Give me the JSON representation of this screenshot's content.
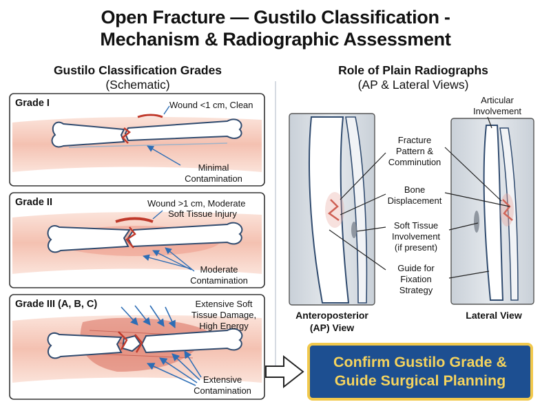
{
  "title": {
    "line1": "Open Fracture — Gustilo Classification -",
    "line2": "Mechanism & Radiographic Assessment"
  },
  "left_panel": {
    "heading": "Gustilo Classification Grades",
    "subheading": "(Schematic)",
    "grades": [
      {
        "name": "Grade I",
        "wound_label": "Wound <1 cm, Clean",
        "contamination_line1": "Minimal",
        "contamination_line2": "Contamination"
      },
      {
        "name": "Grade II",
        "wound_label_line1": "Wound >1 cm, Moderate",
        "wound_label_line2": "Soft Tissue Injury",
        "contamination_line1": "Moderate",
        "contamination_line2": "Contamination"
      },
      {
        "name": "Grade III (A, B, C)",
        "wound_label_line1": "Extensive Soft",
        "wound_label_line2": "Tissue Damage,",
        "wound_label_line3": "High Energy",
        "contamination_line1": "Extensive",
        "contamination_line2": "Contamination"
      }
    ]
  },
  "right_panel": {
    "heading": "Role of Plain Radiographs",
    "subheading": "(AP & Lateral Views)",
    "articular_line1": "Articular",
    "articular_line2": "Involvement",
    "callouts": {
      "fracture_line1": "Fracture",
      "fracture_line2": "Pattern &",
      "fracture_line3": "Comminution",
      "displacement_line1": "Bone",
      "displacement_line2": "Displacement",
      "soft_tissue_line1": "Soft Tissue",
      "soft_tissue_line2": "Involvement",
      "soft_tissue_line3": "(if present)",
      "fixation_line1": "Guide for",
      "fixation_line2": "Fixation",
      "fixation_line3": "Strategy"
    },
    "ap_view_line1": "Anteroposterior",
    "ap_view_line2": "(AP) View",
    "lateral_view": "Lateral View"
  },
  "cta": {
    "line1": "Confirm Gustilo Grade &",
    "line2": "Guide Surgical Planning"
  },
  "colors": {
    "skin": "#f7d3c7",
    "wound": "#c0392b",
    "bone_outline": "#2f4a6e",
    "xray_bg": "#d9dee4",
    "cta_bg": "#1d4f91",
    "cta_border": "#f2c94c",
    "cta_text": "#f4d35e",
    "arrow": "#2d6db5"
  }
}
